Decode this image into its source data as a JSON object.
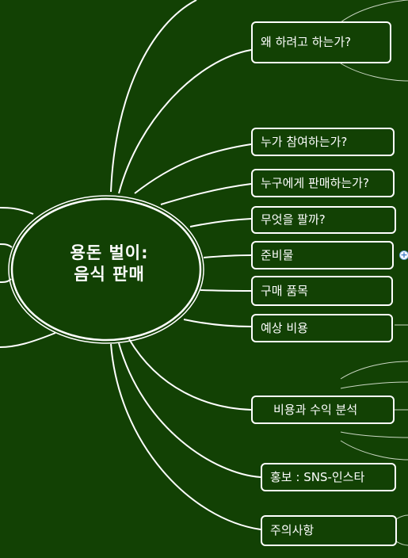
{
  "center": {
    "line1": "용돈 벌이:",
    "line2": "음식 판매"
  },
  "nodes": [
    {
      "id": "why",
      "label": "왜 하려고 하는가?"
    },
    {
      "id": "who-participates",
      "label": "누가 참여하는가?"
    },
    {
      "id": "sell-to-whom",
      "label": "누구에게 판매하는가?"
    },
    {
      "id": "what-to-sell",
      "label": "무엇을 팔까?"
    },
    {
      "id": "supplies",
      "label": "준비물"
    },
    {
      "id": "purchase-items",
      "label": "구매 품목"
    },
    {
      "id": "expected-cost",
      "label": "예상 비용"
    },
    {
      "id": "cost-profit",
      "label": "비용과 수익 분석"
    },
    {
      "id": "promotion",
      "label": "홍보 : SNS-인스타"
    },
    {
      "id": "cautions",
      "label": "주의사항"
    }
  ],
  "expand_symbol": "+",
  "colors": {
    "background": "#124104",
    "line": "#ffffff",
    "subline": "#c9d6c2"
  }
}
